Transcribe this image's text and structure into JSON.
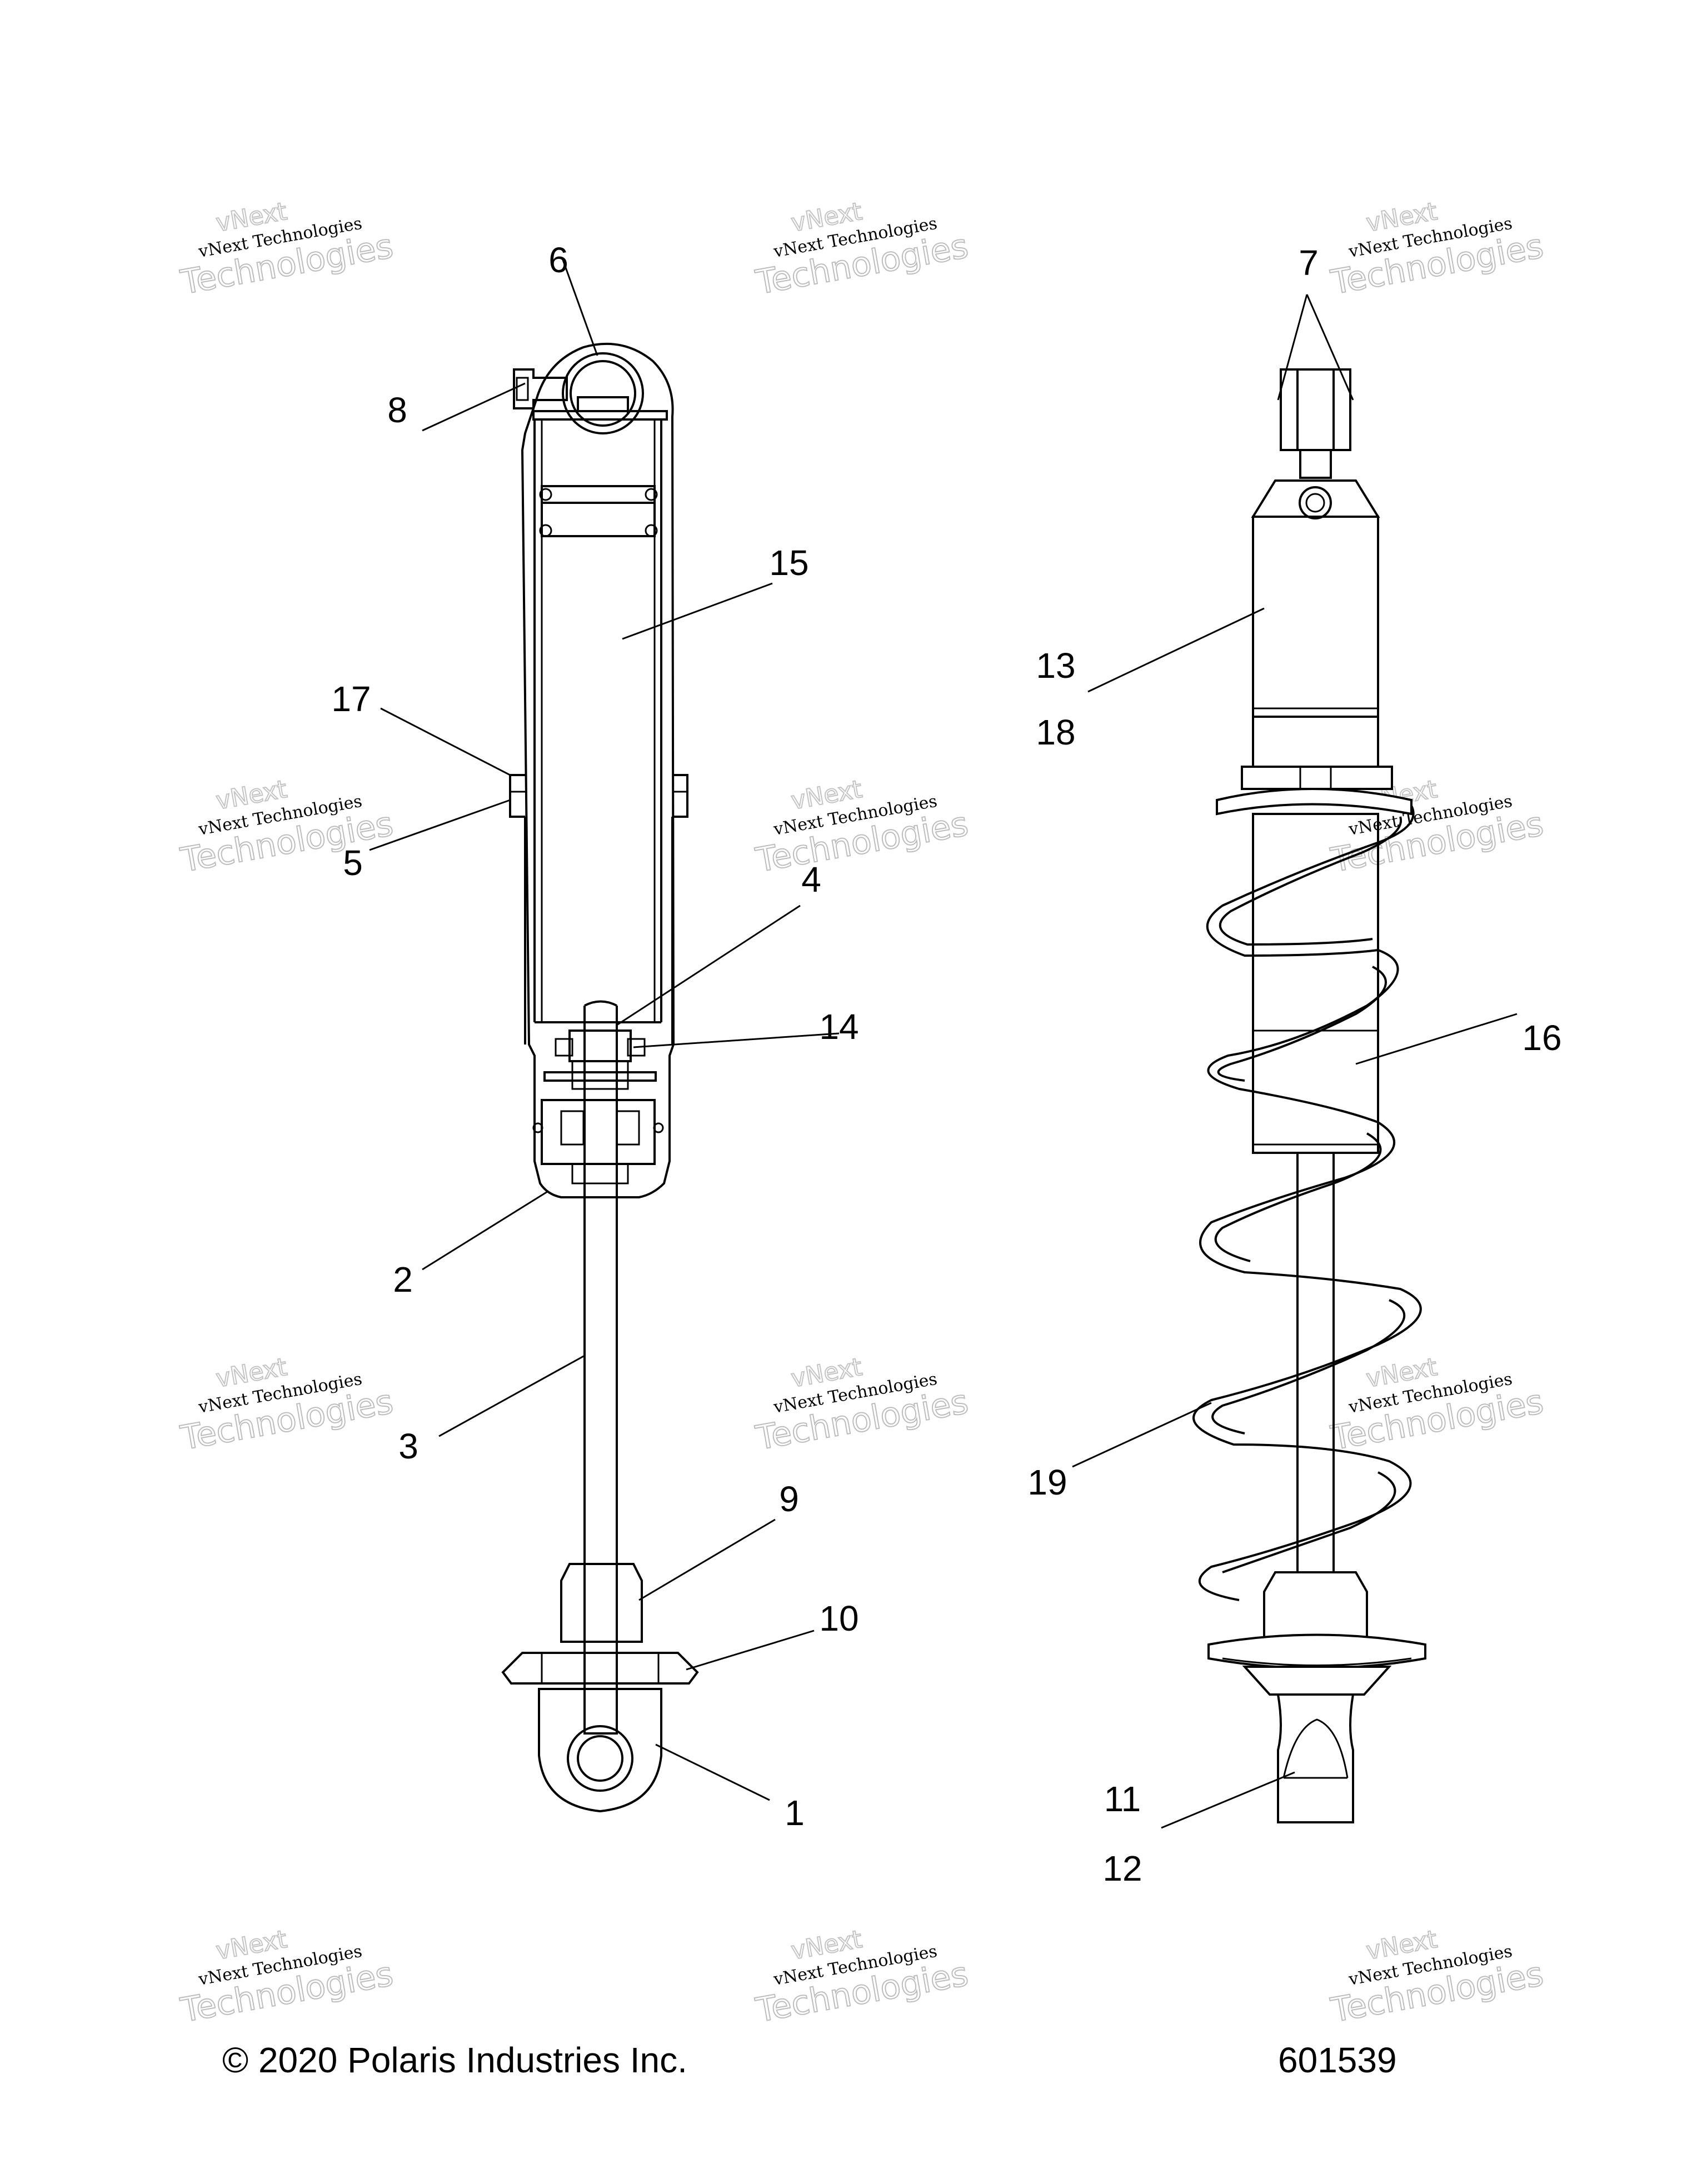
{
  "callouts": {
    "c1": "1",
    "c2": "2",
    "c3": "3",
    "c4": "4",
    "c5": "5",
    "c6": "6",
    "c7": "7",
    "c8": "8",
    "c9": "9",
    "c10": "10",
    "c11": "11",
    "c12": "12",
    "c13": "13",
    "c14": "14",
    "c15": "15",
    "c16": "16",
    "c17": "17",
    "c18": "18",
    "c19": "19"
  },
  "footer": {
    "copyright": "© 2020 Polaris Industries Inc.",
    "drawing_number": "601539"
  },
  "watermark": {
    "line1": "vNext Technologies",
    "line2": "Technologies",
    "line3": "vNext"
  },
  "colors": {
    "ink": "#000000",
    "background": "#ffffff",
    "watermark": "#c0c0c0"
  }
}
